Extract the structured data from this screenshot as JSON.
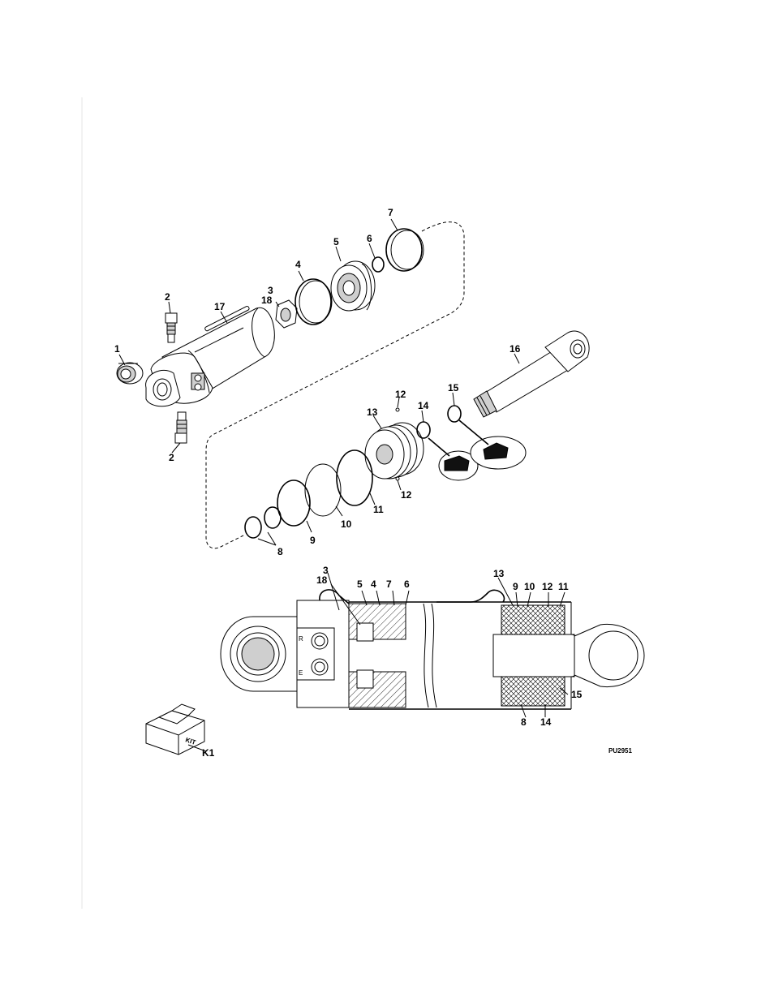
{
  "diagram": {
    "drawing_number": "PU2951",
    "kit_box_text": "KIT",
    "kit_label": "K1",
    "exploded_labels": [
      "1",
      "2",
      "2",
      "3",
      "18",
      "4",
      "5",
      "6",
      "7",
      "8",
      "9",
      "10",
      "11",
      "12",
      "12",
      "13",
      "14",
      "15",
      "16",
      "17"
    ],
    "section_labels": [
      "3",
      "18",
      "5",
      "4",
      "7",
      "6",
      "13",
      "9",
      "10",
      "12",
      "11",
      "15",
      "8",
      "14"
    ],
    "port_labels": [
      "R",
      "E"
    ]
  }
}
